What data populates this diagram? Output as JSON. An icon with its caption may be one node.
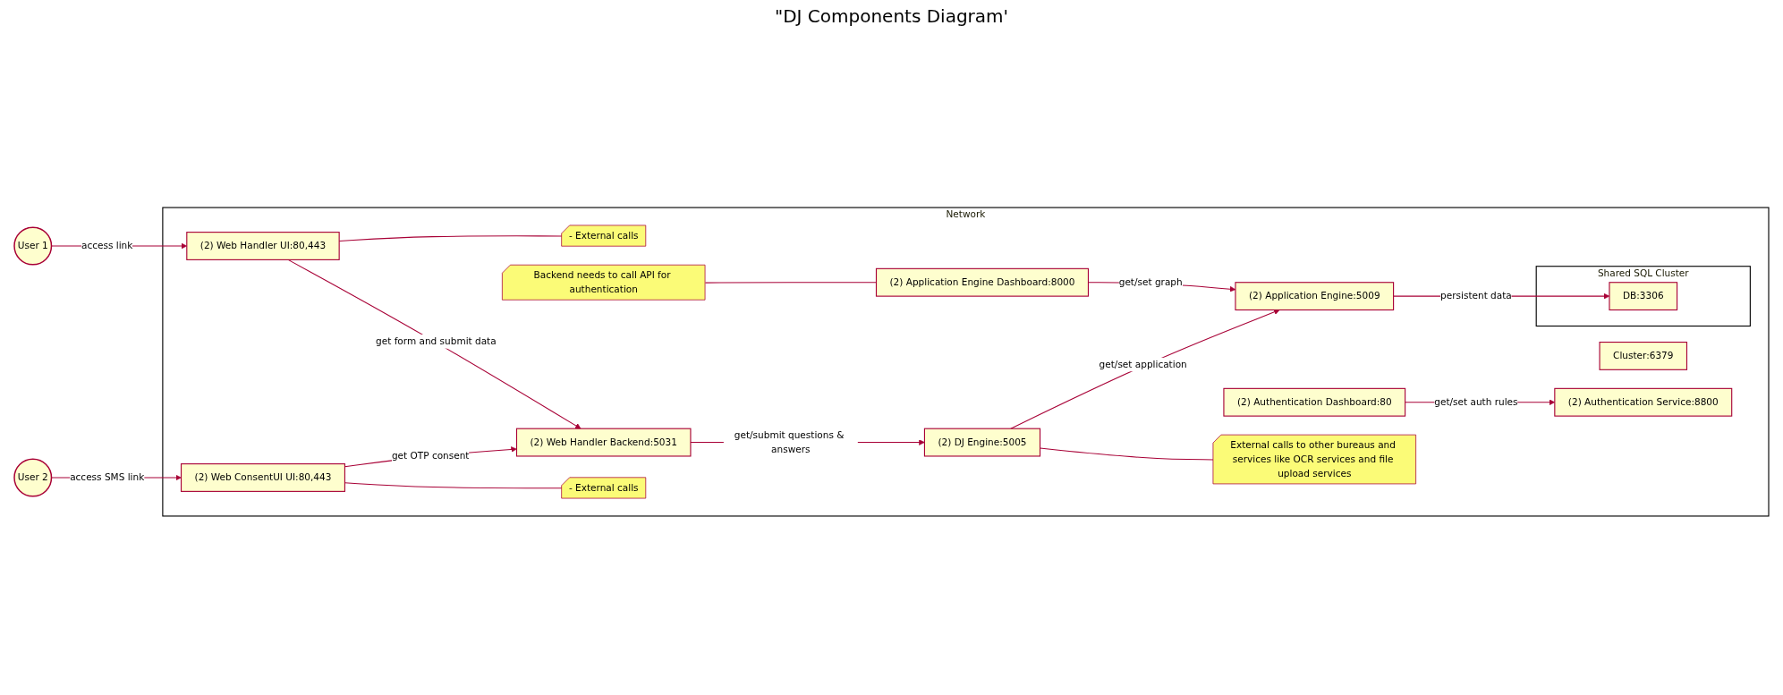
{
  "diagram": {
    "title": "\"DJ Components Diagram'",
    "nodes": [
      {
        "text": [
          "User 1"
        ]
      },
      {
        "text": [
          "Network"
        ]
      },
      {
        "text": [
          "Cluster:6379"
        ],
        "in": 1
      },
      {
        "text": [
          "(2) Web Handler UI:80,443"
        ],
        "in": 1
      },
      {
        "text": [
          "- External calls"
        ],
        "in": 1
      },
      {
        "text": [
          "(2) Authentication Dashboard:80"
        ],
        "in": 1
      },
      {
        "text": [
          "(2) Authentication Service:8800"
        ],
        "in": 1
      },
      {
        "text": [
          "Backend needs to call API for authentication"
        ],
        "in": 1
      },
      {
        "text": [
          "(2) Application Engine Dashboard:8000"
        ],
        "in": 1
      },
      {
        "text": [
          "(2) Web Handler Backend:5031"
        ],
        "in": 1
      },
      {
        "text": [
          "(2) DJ Engine:5005"
        ],
        "in": 1
      },
      {
        "text": [
          "(2) Application Engine:5009"
        ],
        "in": 1
      },
      {
        "text": [
          "Shared SQL Cluster"
        ],
        "in": 1
      },
      {
        "text": [
          "DB:3306"
        ],
        "in": 12
      },
      {
        "text": [
          "(2) Web ConsentUI UI:80,443"
        ],
        "in": 1
      },
      {
        "text": [
          "- External calls"
        ],
        "in": 1
      },
      {
        "text": [
          "External calls to other bureaus and services like OCR services and file upload services"
        ],
        "in": 1
      },
      {
        "text": [
          "User 2"
        ]
      }
    ],
    "edges": [
      {
        "from": 0,
        "to": 3,
        "arrow": "to",
        "label": "access link"
      },
      {
        "from": 3,
        "to": 4,
        "arrow": "none"
      },
      {
        "from": 5,
        "to": 6,
        "arrow": "to",
        "label": "get/set auth rules"
      },
      {
        "from": 7,
        "to": 8,
        "arrow": "none"
      },
      {
        "from": 3,
        "to": 9,
        "arrow": "to",
        "label": "get form and submit data"
      },
      {
        "from": 8,
        "to": 11,
        "arrow": "to",
        "label": "get/set graph"
      },
      {
        "from": 9,
        "to": 10,
        "arrow": "to",
        "label": "get/submit questions & answers"
      },
      {
        "from": 10,
        "to": 11,
        "arrow": "to",
        "label": "get/set application"
      },
      {
        "from": 11,
        "to": 13,
        "arrow": "to",
        "label": "persistent data"
      },
      {
        "from": 14,
        "to": 9,
        "arrow": "to",
        "label": "get OTP consent"
      },
      {
        "from": 14,
        "to": 15,
        "arrow": "none"
      },
      {
        "from": 10,
        "to": 16,
        "arrow": "none"
      },
      {
        "from": 17,
        "to": 14,
        "arrow": "to",
        "label": "access SMS link"
      }
    ]
  }
}
